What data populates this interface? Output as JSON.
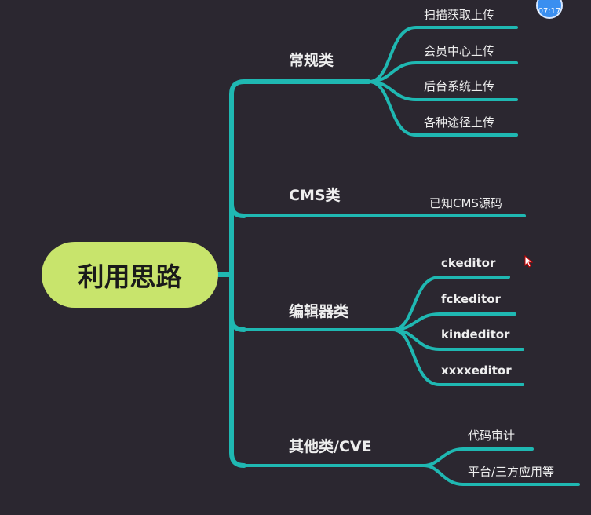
{
  "timer": "07:17",
  "root": "利用思路",
  "branches": [
    {
      "label": "常规类",
      "children": [
        "扫描获取上传",
        "会员中心上传",
        "后台系统上传",
        "各种途径上传"
      ]
    },
    {
      "label": "CMS类",
      "children": [
        "已知CMS源码"
      ]
    },
    {
      "label": "编辑器类",
      "children": [
        "ckeditor",
        "fckeditor",
        "kindeditor",
        "xxxxeditor"
      ]
    },
    {
      "label": "其他类/CVE",
      "children": [
        "代码审计",
        "平台/三方应用等"
      ]
    }
  ],
  "colors": {
    "background": "#2b2730",
    "branch": "#1fb8b2",
    "root": "#c8e46c"
  }
}
